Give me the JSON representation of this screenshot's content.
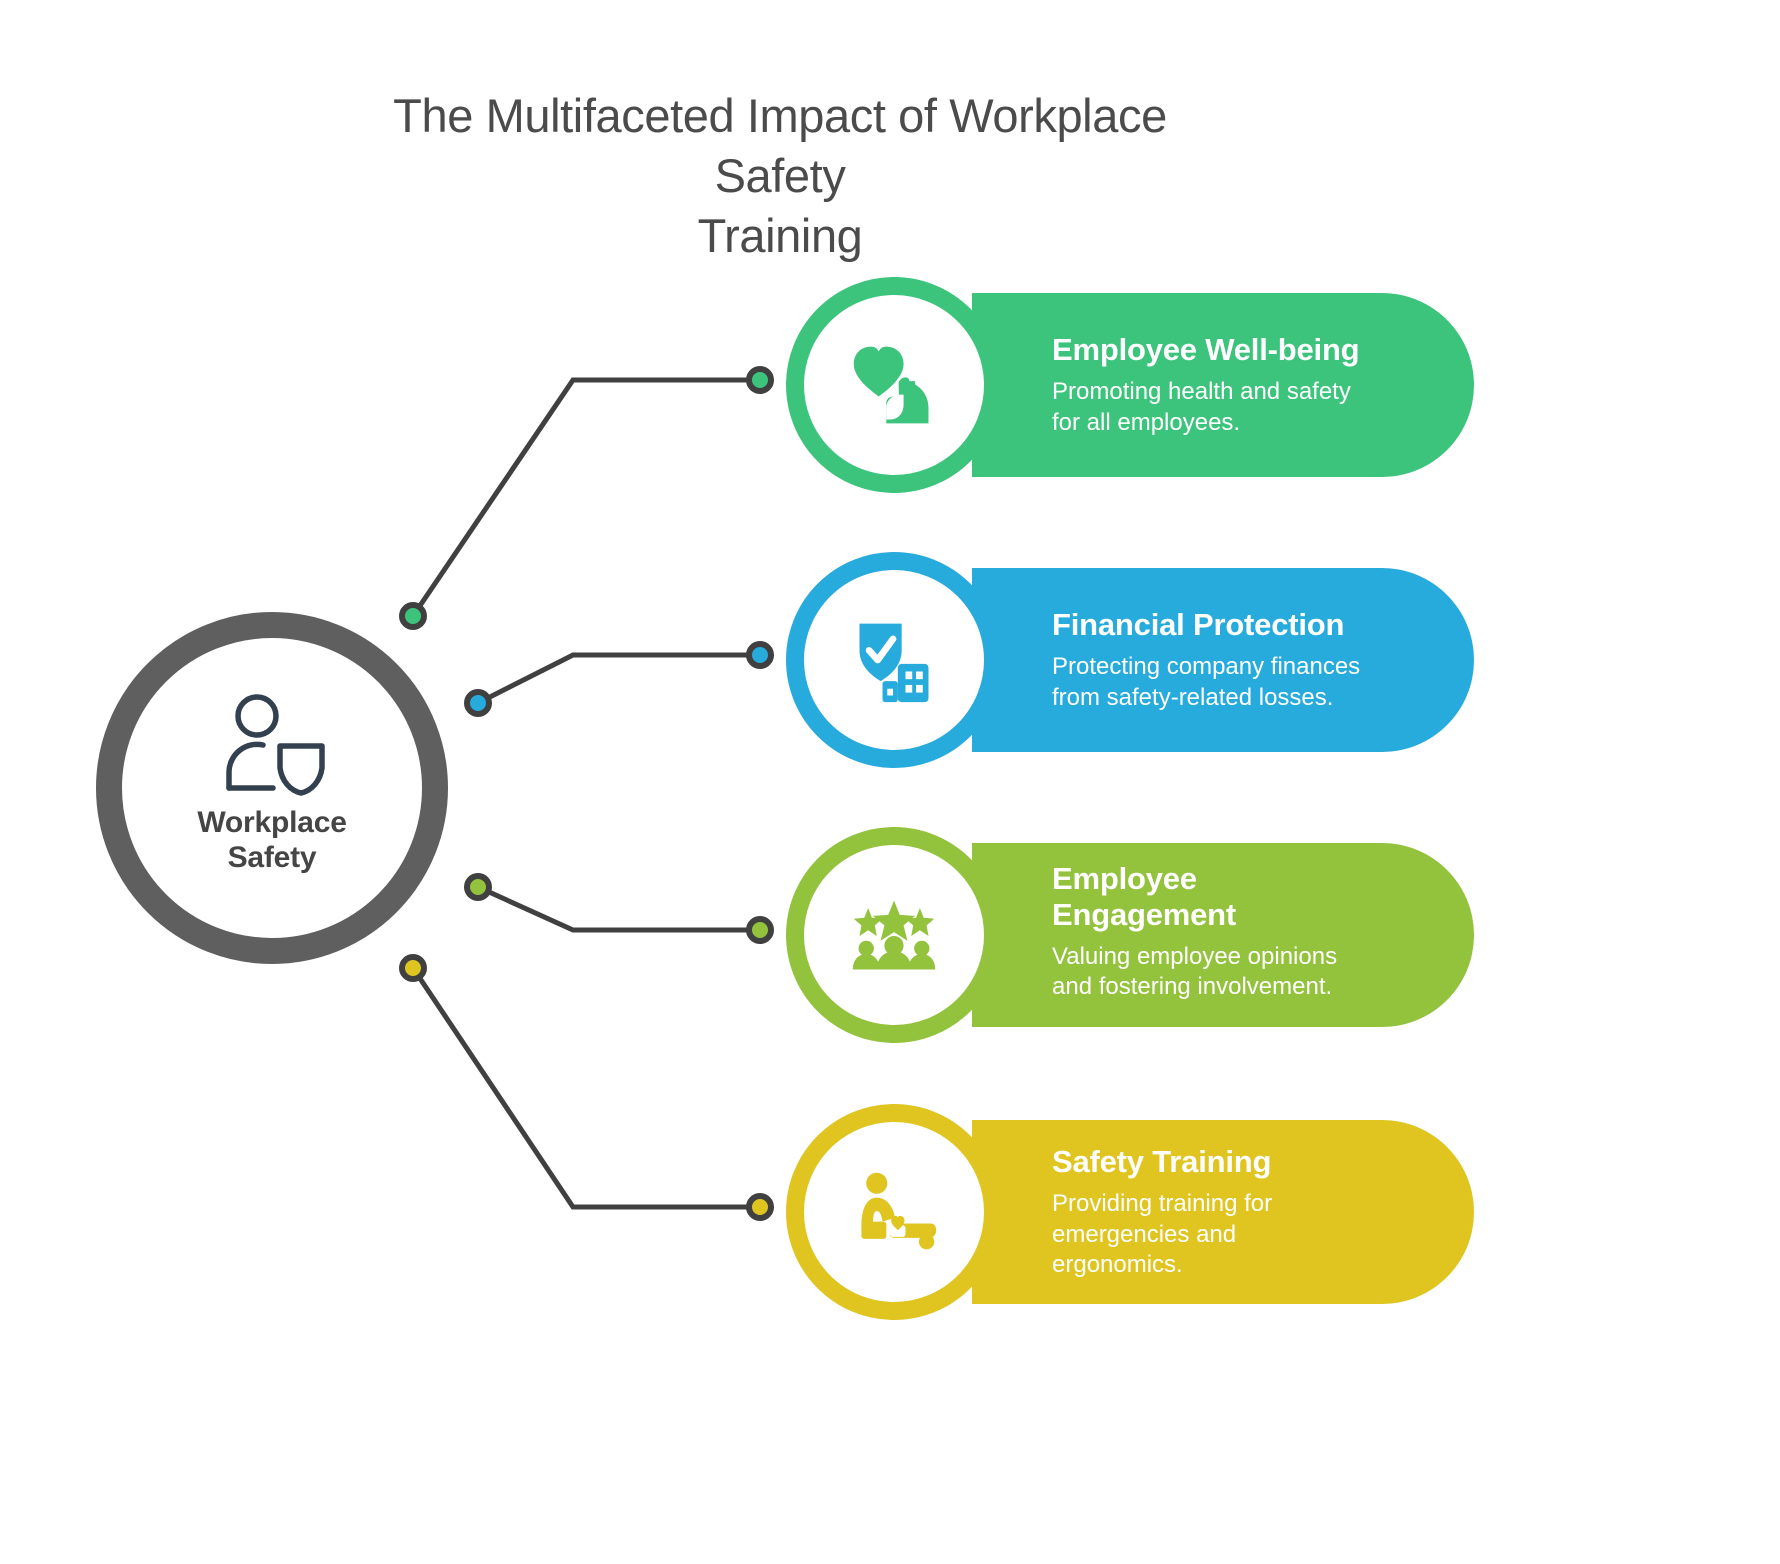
{
  "title": "The Multifaceted Impact of Workplace Safety\nTraining",
  "hub": {
    "label": "Workplace\nSafety",
    "icon": "person-shield-icon",
    "ring_color": "#5f5f5f",
    "icon_color": "#33404f",
    "label_color": "#454545"
  },
  "colors": {
    "title_text": "#4b4b4b",
    "connector_line": "#404040",
    "background": "#ffffff"
  },
  "branches": [
    {
      "id": "employee-well-being",
      "heading": "Employee Well-being",
      "description": "Promoting health and safety\nfor all employees.",
      "color": "#3cc47c",
      "icon": "heart-flexed-arm-icon"
    },
    {
      "id": "financial-protection",
      "heading": "Financial Protection",
      "description": "Protecting company finances\nfrom safety-related losses.",
      "color": "#27aadc",
      "icon": "shield-check-building-icon"
    },
    {
      "id": "employee-engagement",
      "heading": "Employee\nEngagement",
      "description": "Valuing employee opinions\nand fostering involvement.",
      "color": "#93c23d",
      "icon": "stars-people-icon"
    },
    {
      "id": "safety-training",
      "heading": "Safety Training",
      "description": "Providing training for\nemergencies and\nergonomics.",
      "color": "#e0c521",
      "icon": "cpr-training-icon"
    }
  ]
}
